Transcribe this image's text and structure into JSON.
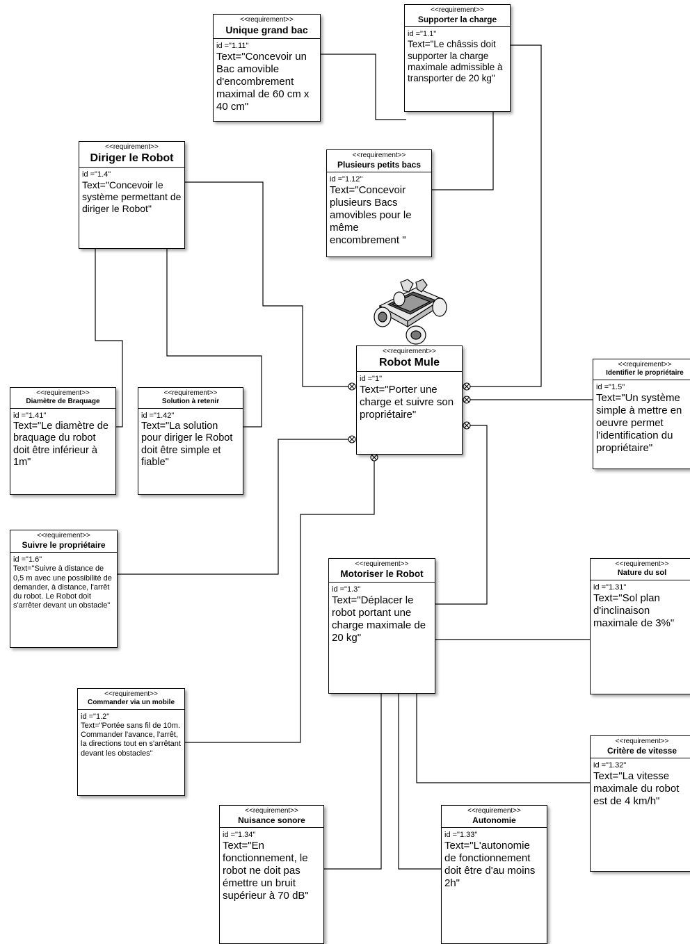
{
  "stereotype": "<<requirement>>",
  "requirements": {
    "r111": {
      "name": "Unique grand bac",
      "id": "id =\"1.11\"",
      "text": "Text=\"Concevoir un Bac amovible d'encombrement maximal de 60 cm x 40 cm\""
    },
    "r11": {
      "name": "Supporter la charge",
      "id": "id =\"1.1\"",
      "text": "Text=\"Le châssis doit supporter la charge maximale admissible à transporter de 20 kg\""
    },
    "r14": {
      "name": "Diriger le Robot",
      "id": "id =\"1.4\"",
      "text": "Text=\"Concevoir le système permettant de diriger le Robot\""
    },
    "r112": {
      "name": "Plusieurs petits bacs",
      "id": "id =\"1.12\"",
      "text": "Text=\"Concevoir plusieurs Bacs amovibles pour le même encombrement \""
    },
    "r1": {
      "name": "Robot Mule",
      "id": "id =\"1\"",
      "text": "Text=\"Porter une charge et suivre son propriétaire\""
    },
    "r15": {
      "name": "Identifier le propriétaire",
      "id": "id =\"1.5\"",
      "text": "Text=\"Un système simple à mettre en oeuvre permet l'identification du propriétaire\""
    },
    "r141": {
      "name": "Diamètre de Braquage",
      "id": "id =\"1.41\"",
      "text": "Text=\"Le diamètre de braquage du robot doit être inférieur à 1m\""
    },
    "r142": {
      "name": "Solution à retenir",
      "id": "id =\"1.42\"",
      "text": "Text=\"La solution pour diriger le Robot doit être simple et fiable\""
    },
    "r16": {
      "name": "Suivre le propriétaire",
      "id": "id =\"1.6\"",
      "text": "Text=\"Suivre à distance de 0,5 m avec une possibilité de demander, à distance, l'arrêt du robot. Le Robot doit s'arrêter devant un obstacle\""
    },
    "r13": {
      "name": "Motoriser le Robot",
      "id": "id =\"1.3\"",
      "text": "Text=\"Déplacer le robot portant une charge maximale de 20 kg\""
    },
    "r131": {
      "name": "Nature du sol",
      "id": "id =\"1.31\"",
      "text": "Text=\"Sol plan d'inclinaison maximale de 3%\""
    },
    "r12": {
      "name": "Commander via un mobile",
      "id": "id =\"1.2\"",
      "text": "Text=\"Portée sans fil de 10m. Commander l'avance, l'arrêt, la directions tout en s'arrêtant devant les obstacles\""
    },
    "r132": {
      "name": "Critère de vitesse",
      "id": "id =\"1.32\"",
      "text": "Text=\"La vitesse maximale du robot est de 4 km/h\""
    },
    "r134": {
      "name": "Nuisance sonore",
      "id": "id =\"1.34\"",
      "text": "Text=\"En fonctionnement, le robot ne doit pas émettre un bruit supérieur à 70 dB\""
    },
    "r133": {
      "name": "Autonomie",
      "id": "id =\"1.33\"",
      "text": "Text=\"L'autonomie de fonctionnement doit être d'au moins 2h\""
    }
  }
}
